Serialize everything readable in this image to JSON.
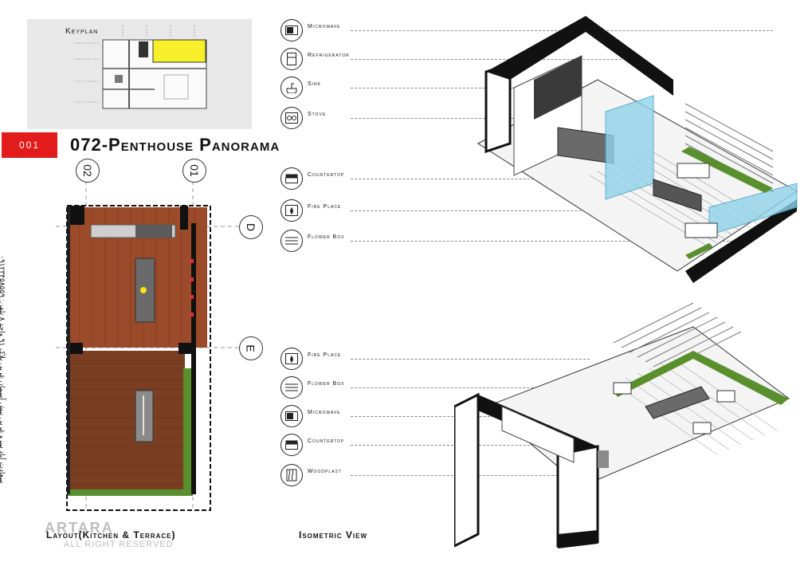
{
  "keyplan": {
    "title": "Keyplan",
    "highlight_color": "#f6ef2a"
  },
  "project": {
    "code": "001",
    "title": "072-Penthouse Panorama"
  },
  "axes": {
    "col_left": "02",
    "col_right": "01",
    "row_top": "D",
    "row_bottom": "E"
  },
  "legend_top": [
    {
      "icon": "microwave-icon",
      "label": "Microwave"
    },
    {
      "icon": "refrigerator-icon",
      "label": "Refrigerator"
    },
    {
      "icon": "sink-icon",
      "label": "Sink"
    },
    {
      "icon": "stove-icon",
      "label": "Stove"
    },
    {
      "icon": "countertop-icon",
      "label": "Countertop"
    },
    {
      "icon": "fireplace-icon",
      "label": "Fire Place"
    },
    {
      "icon": "flower-box-icon",
      "label": "Flower Box"
    }
  ],
  "legend_bottom": [
    {
      "icon": "fireplace-icon",
      "label": "Fire Place"
    },
    {
      "icon": "flower-box-icon",
      "label": "Flower Box"
    },
    {
      "icon": "microwave-icon",
      "label": "Microwave"
    },
    {
      "icon": "countertop-icon",
      "label": "Countertop"
    },
    {
      "icon": "woodplast-icon",
      "label": "Woodplast"
    }
  ],
  "captions": {
    "plan": "Layout(Kitchen & Terrace)",
    "iso": "Isometric View"
  },
  "address": "سعادت آباد سرو غربی نبش آسمان غربی پلاک ۹۱ واحد ۸ تلفن: ۰۹۱۲۳۴۵۸۵۵۹",
  "watermark": {
    "brand": "ARTARA",
    "rights": "ALL RIGHT RESERVED"
  },
  "colors": {
    "accent": "#e21b1b",
    "wood": "#9b4a2a",
    "deck": "#7a3f22",
    "grass": "#5a8f2e",
    "glass": "#8fd3ea"
  }
}
